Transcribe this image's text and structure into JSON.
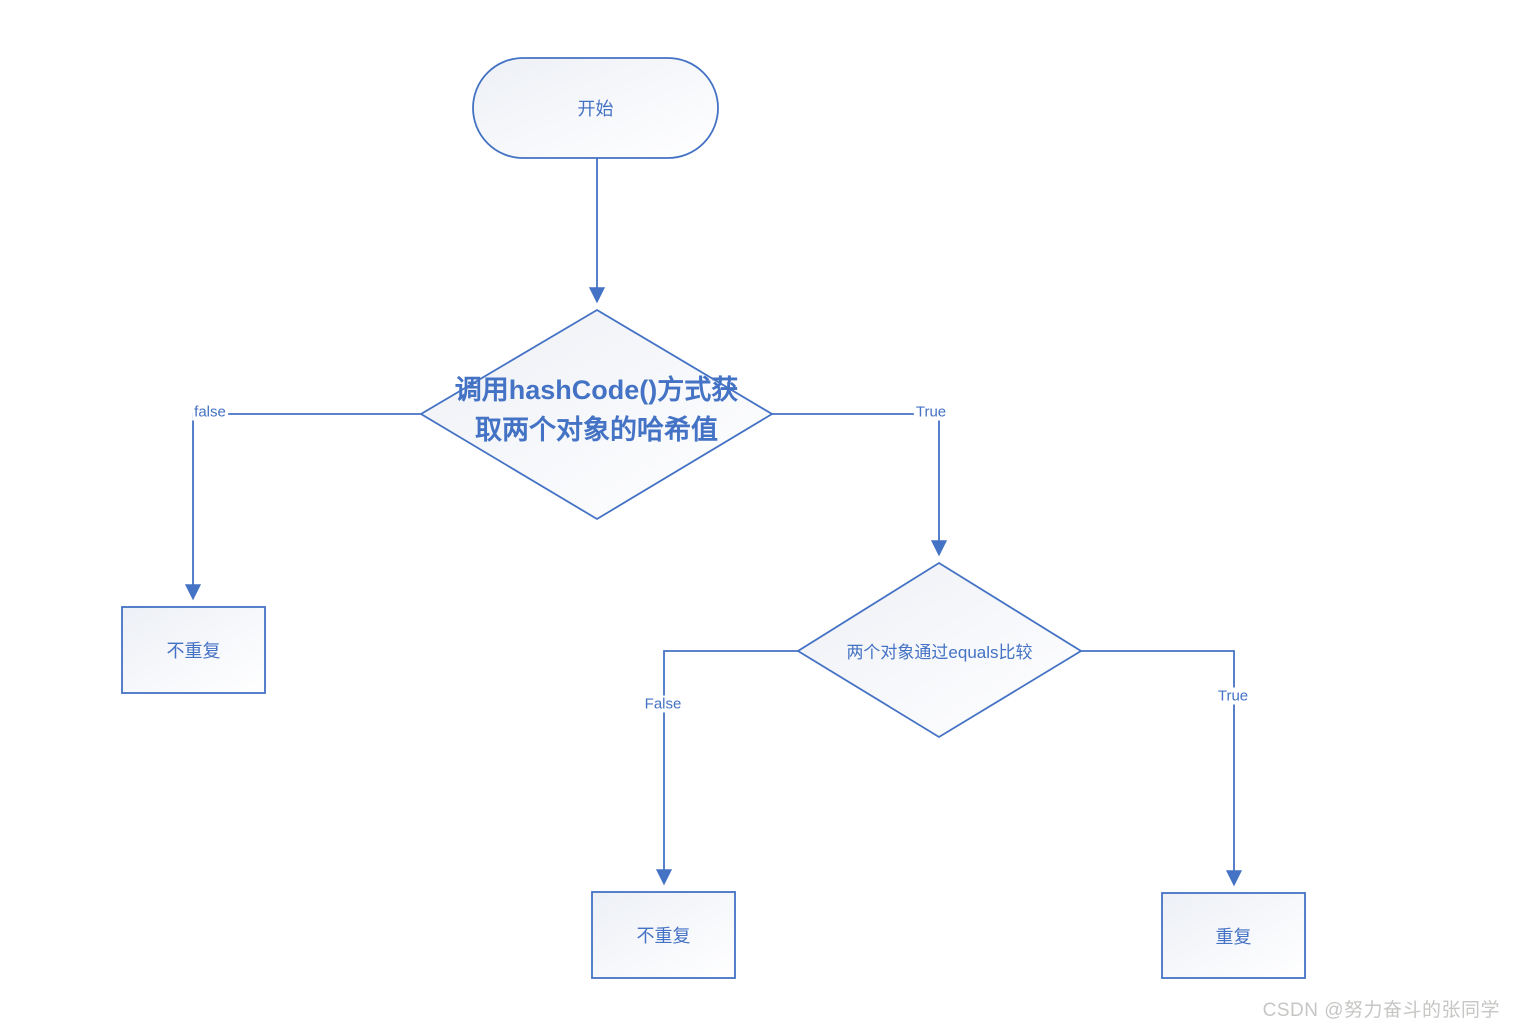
{
  "diagram": {
    "title_hint": "HashSet 判断元素是否重复流程图",
    "colors": {
      "accent": "#4472C4",
      "shape_fill_from": "#edf0f6",
      "shape_fill_to": "#ffffff",
      "watermark_gray": "#c6c6c4"
    },
    "nodes": {
      "start": {
        "type": "terminator",
        "label": "开始"
      },
      "hash_decision": {
        "type": "decision",
        "label": "调用hashCode()方式获取两个对象的哈希值",
        "line1": "调用hashCode()方式获",
        "line2": "取两个对象的哈希值"
      },
      "no_dup_left": {
        "type": "process",
        "label": "不重复"
      },
      "equals_decision": {
        "type": "decision",
        "label": "两个对象通过equals比较"
      },
      "no_dup_middle": {
        "type": "process",
        "label": "不重复"
      },
      "dup_right": {
        "type": "process",
        "label": "重复"
      }
    },
    "edge_labels": {
      "hash_false": "false",
      "hash_true": "True",
      "equals_false": "False",
      "equals_true": "True"
    },
    "watermark": "CSDN @努力奋斗的张同学"
  }
}
